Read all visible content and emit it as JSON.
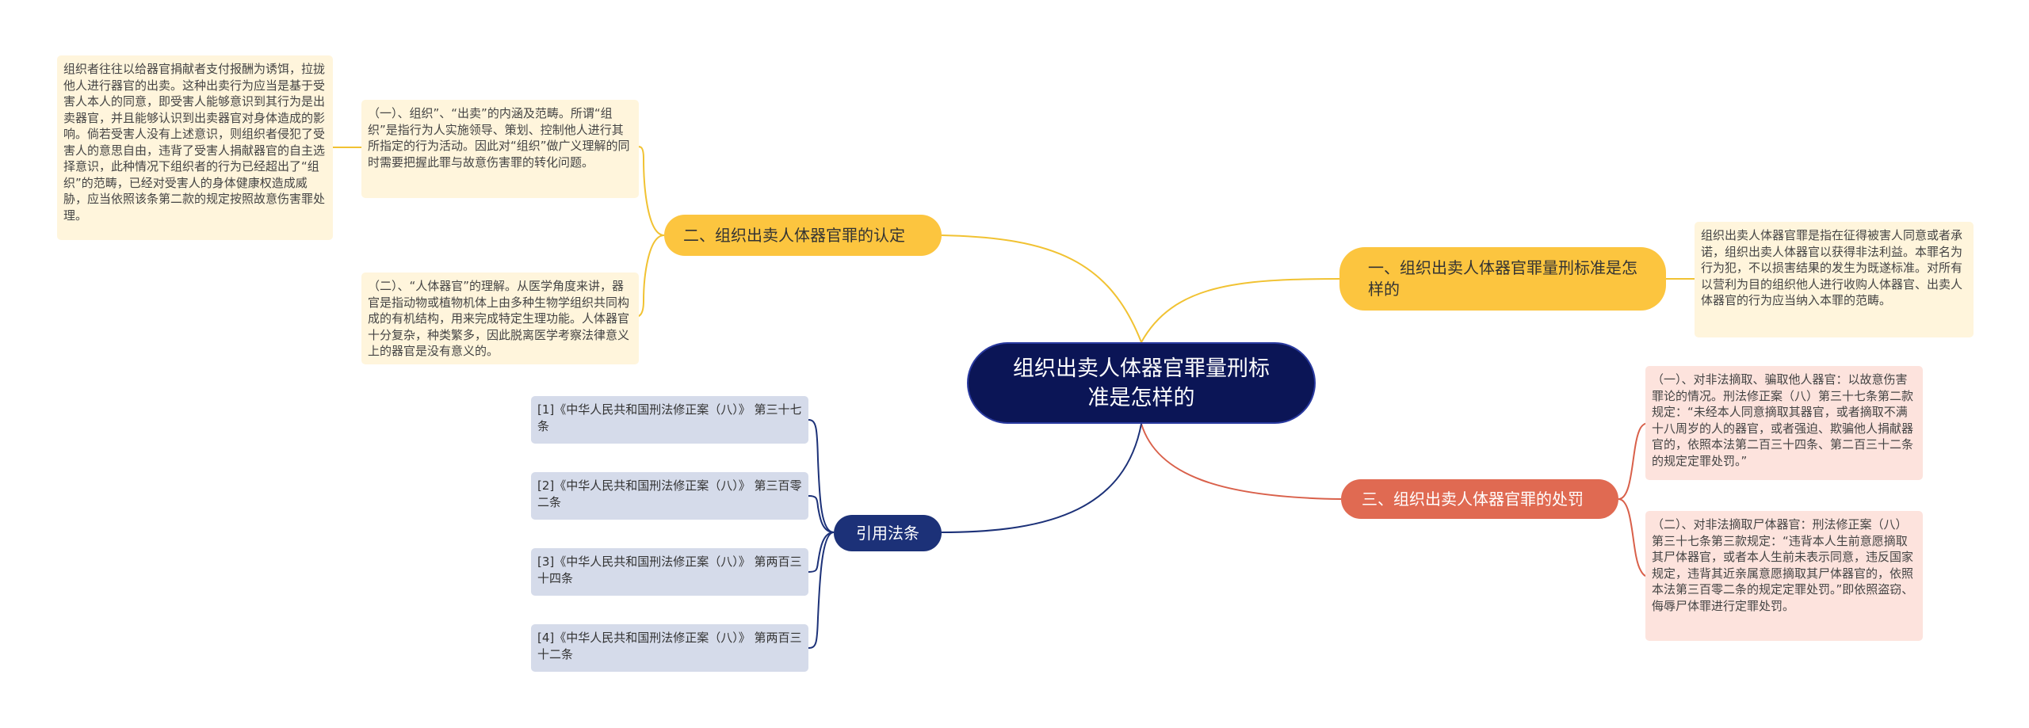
{
  "root": {
    "title": "组织出卖人体器官罪量刑标准是怎样的"
  },
  "branches": {
    "right_top": {
      "label": "一、组织出卖人体器官罪量刑标准是怎样的",
      "items": [
        "组织出卖人体器官罪是指在征得被害人同意或者承诺，组织出卖人体器官以获得非法利益。本罪名为行为犯，不以损害结果的发生为既遂标准。对所有以营利为目的组织他人进行收购人体器官、出卖人体器官的行为应当纳入本罪的范畴。"
      ]
    },
    "left_top": {
      "label": "二、组织出卖人体器官罪的认定",
      "items": [
        "（一）、组织”、“出卖”的内涵及范畴。所谓“组织”是指行为人实施领导、策划、控制他人进行其所指定的行为活动。因此对“组织”做广义理解的同时需要把握此罪与故意伤害罪的转化问题。",
        "（二）、“人体器官”的理解。从医学角度来讲，器官是指动物或植物机体上由多种生物学组织共同构成的有机结构，用来完成特定生理功能。人体器官十分复杂，种类繁多，因此脱离医学考察法律意义上的器官是没有意义的。"
      ],
      "sub_item": "组织者往往以给器官捐献者支付报酬为诱饵，拉拢他人进行器官的出卖。这种出卖行为应当是基于受害人本人的同意，即受害人能够意识到其行为是出卖器官，并且能够认识到出卖器官对身体造成的影响。倘若受害人没有上述意识，则组织者侵犯了受害人的意思自由，违背了受害人捐献器官的自主选择意识，此种情况下组织者的行为已经超出了“组织”的范畴，已经对受害人的身体健康权造成威胁，应当依照该条第二款的规定按照故意伤害罪处理。"
    },
    "right_bottom": {
      "label": "三、组织出卖人体器官罪的处罚",
      "items": [
        "（一）、对非法摘取、骗取他人器官：以故意伤害罪论的情况。刑法修正案（八）第三十七条第二款规定：“未经本人同意摘取其器官，或者摘取不满十八周岁的人的器官，或者强迫、欺骗他人捐献器官的，依照本法第二百三十四条、第二百三十二条的规定定罪处罚。”",
        "（二）、对非法摘取尸体器官：刑法修正案（八）第三十七条第三款规定：“违背本人生前意愿摘取其尸体器官，或者本人生前未表示同意，违反国家规定，违背其近亲属意愿摘取其尸体器官的，依照本法第三百零二条的规定定罪处罚。”即依照盗窃、侮辱尸体罪进行定罪处罚。"
      ]
    },
    "left_bottom": {
      "label": "引用法条",
      "items": [
        "[1]《中华人民共和国刑法修正案（八）》 第三十七条",
        "[2]《中华人民共和国刑法修正案（八）》 第三百零二条",
        "[3]《中华人民共和国刑法修正案（八）》 第两百三十四条",
        "[4]《中华人民共和国刑法修正案（八）》 第两百三十二条"
      ]
    }
  },
  "colors": {
    "root": "#0b1556",
    "yellow": "#fcc53f",
    "red": "#e06a52",
    "blue": "#1c3178",
    "cream": "#fff5dc",
    "pink": "#fde3dd",
    "grey": "#d5dbea"
  }
}
